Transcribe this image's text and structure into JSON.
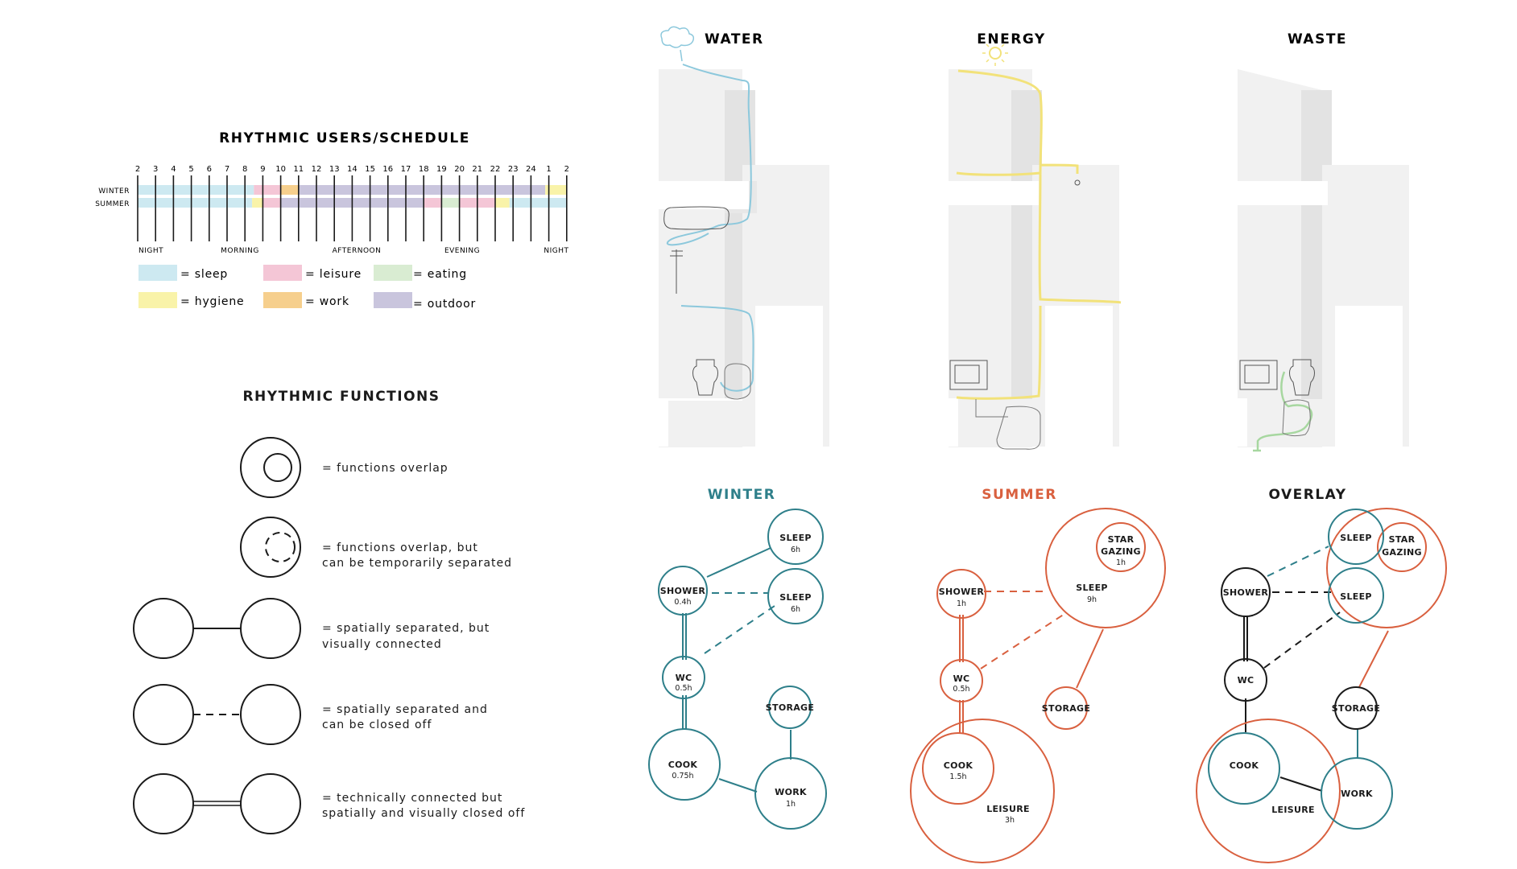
{
  "schedule": {
    "title": "RHYTHMIC USERS/SCHEDULE",
    "hours": [
      "2",
      "3",
      "4",
      "5",
      "6",
      "7",
      "8",
      "9",
      "10",
      "11",
      "12",
      "13",
      "14",
      "15",
      "16",
      "17",
      "18",
      "19",
      "20",
      "21",
      "22",
      "23",
      "24",
      "1",
      "2"
    ],
    "row_labels": [
      "WINTER",
      "SUMMER"
    ],
    "period_labels": [
      "NIGHT",
      "MORNING",
      "AFTERNOON",
      "EVENING",
      "NIGHT"
    ],
    "activity_colors": {
      "sleep": "#cde9f1",
      "leisure": "#f4c6d6",
      "eating": "#d9ecd2",
      "hygiene": "#f9f3a9",
      "work": "#f6cf8d",
      "outdoor": "#c9c5dd"
    },
    "winter": [
      {
        "from": 0,
        "to": 6.5,
        "activity": "sleep"
      },
      {
        "from": 6.5,
        "to": 8,
        "activity": "leisure"
      },
      {
        "from": 8,
        "to": 9,
        "activity": "work"
      },
      {
        "from": 9,
        "to": 22.8,
        "activity": "outdoor"
      },
      {
        "from": 22.8,
        "to": 24,
        "activity": "hygiene"
      }
    ],
    "summer": [
      {
        "from": 0,
        "to": 6.4,
        "activity": "sleep"
      },
      {
        "from": 6.4,
        "to": 7,
        "activity": "hygiene"
      },
      {
        "from": 7,
        "to": 8,
        "activity": "leisure"
      },
      {
        "from": 8,
        "to": 16,
        "activity": "outdoor"
      },
      {
        "from": 16,
        "to": 17,
        "activity": "leisure"
      },
      {
        "from": 17,
        "to": 18,
        "activity": "eating"
      },
      {
        "from": 18,
        "to": 20,
        "activity": "leisure"
      },
      {
        "from": 20,
        "to": 20.8,
        "activity": "hygiene"
      },
      {
        "from": 20.8,
        "to": 22.5,
        "activity": "sleep"
      },
      {
        "from": 22.5,
        "to": 24,
        "activity": "sleep"
      }
    ],
    "legend": [
      {
        "key": "sleep",
        "label": "= sleep"
      },
      {
        "key": "leisure",
        "label": "= leisure"
      },
      {
        "key": "eating",
        "label": "= eating"
      },
      {
        "key": "hygiene",
        "label": "= hygiene"
      },
      {
        "key": "work",
        "label": "= work"
      },
      {
        "key": "outdoor",
        "label": "= outdoor"
      }
    ]
  },
  "functions": {
    "title": "RHYTHMIC FUNCTIONS",
    "items": [
      [
        "= functions overlap"
      ],
      [
        "= functions overlap, but",
        "can be temporarily separated"
      ],
      [
        "= spatially separated, but",
        "visually connected"
      ],
      [
        "= spatially separated and",
        "can be closed off"
      ],
      [
        "= technically connected but",
        "spatially and visually closed off"
      ]
    ]
  },
  "systems": {
    "water": "WATER",
    "energy": "ENERGY",
    "waste": "WASTE",
    "water_color": "#8cc8dc",
    "energy_color": "#f2e27a",
    "waste_color": "#a7d7a0"
  },
  "graphs": {
    "winter_title": "WINTER",
    "summer_title": "SUMMER",
    "overlay_title": "OVERLAY",
    "winter_color": "#2e7f8a",
    "summer_color": "#d9603f",
    "overlay_color": "#1a1a1a",
    "winter": {
      "sleep1": {
        "name": "SLEEP",
        "dur": "6h"
      },
      "sleep2": {
        "name": "SLEEP",
        "dur": "6h"
      },
      "shower": {
        "name": "SHOWER",
        "dur": "0.4h"
      },
      "wc": {
        "name": "WC",
        "dur": "0.5h"
      },
      "storage": {
        "name": "STORAGE"
      },
      "cook": {
        "name": "COOK",
        "dur": "0.75h"
      },
      "work": {
        "name": "WORK",
        "dur": "1h"
      }
    },
    "summer": {
      "star": {
        "name": [
          "STAR",
          "GAZING"
        ],
        "dur": "1h"
      },
      "sleep": {
        "name": "SLEEP",
        "dur": "9h"
      },
      "shower": {
        "name": "SHOWER",
        "dur": "1h"
      },
      "wc": {
        "name": "WC",
        "dur": "0.5h"
      },
      "storage": {
        "name": "STORAGE"
      },
      "cook": {
        "name": "COOK",
        "dur": "1.5h"
      },
      "leisure": {
        "name": "LEISURE",
        "dur": "3h"
      }
    },
    "overlay": {
      "sleep1": "SLEEP",
      "star": [
        "STAR",
        "GAZING"
      ],
      "shower": "SHOWER",
      "sleep2": "SLEEP",
      "wc": "WC",
      "storage": "STORAGE",
      "cook": "COOK",
      "leisure": "LEISURE",
      "work": "WORK"
    }
  }
}
